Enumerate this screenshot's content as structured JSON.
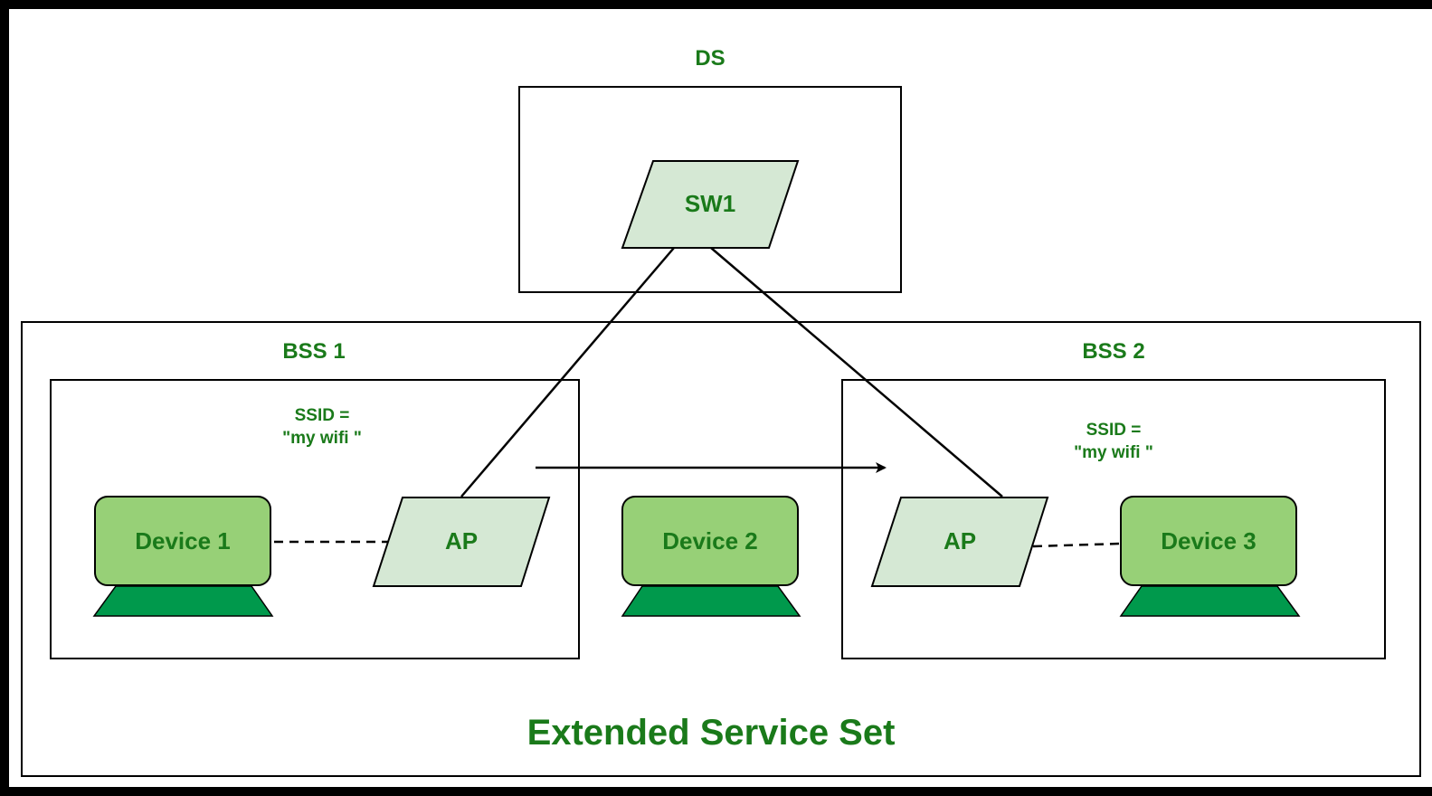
{
  "colors": {
    "label_green": "#1a7a1a",
    "device_fill": "#97d077",
    "device_base": "#00994c",
    "node_fill": "#d5e8d4",
    "stroke": "#000000",
    "background": "#ffffff"
  },
  "ds": {
    "label": "DS",
    "switch_label": "SW1"
  },
  "bss1": {
    "label": "BSS 1",
    "ssid_line1": "SSID =",
    "ssid_line2": "\"my wifi \"",
    "ap_label": "AP",
    "device_label": "Device 1"
  },
  "bss2": {
    "label": "BSS 2",
    "ssid_line1": "SSID =",
    "ssid_line2": "\"my wifi \"",
    "ap_label": "AP",
    "device_label": "Device 3"
  },
  "roaming_device": {
    "label": "Device 2"
  },
  "ess": {
    "label": "Extended Service Set"
  },
  "icons": {
    "switch": "parallelogram-switch-icon",
    "access_point": "parallelogram-ap-icon",
    "device": "monitor-device-icon"
  }
}
